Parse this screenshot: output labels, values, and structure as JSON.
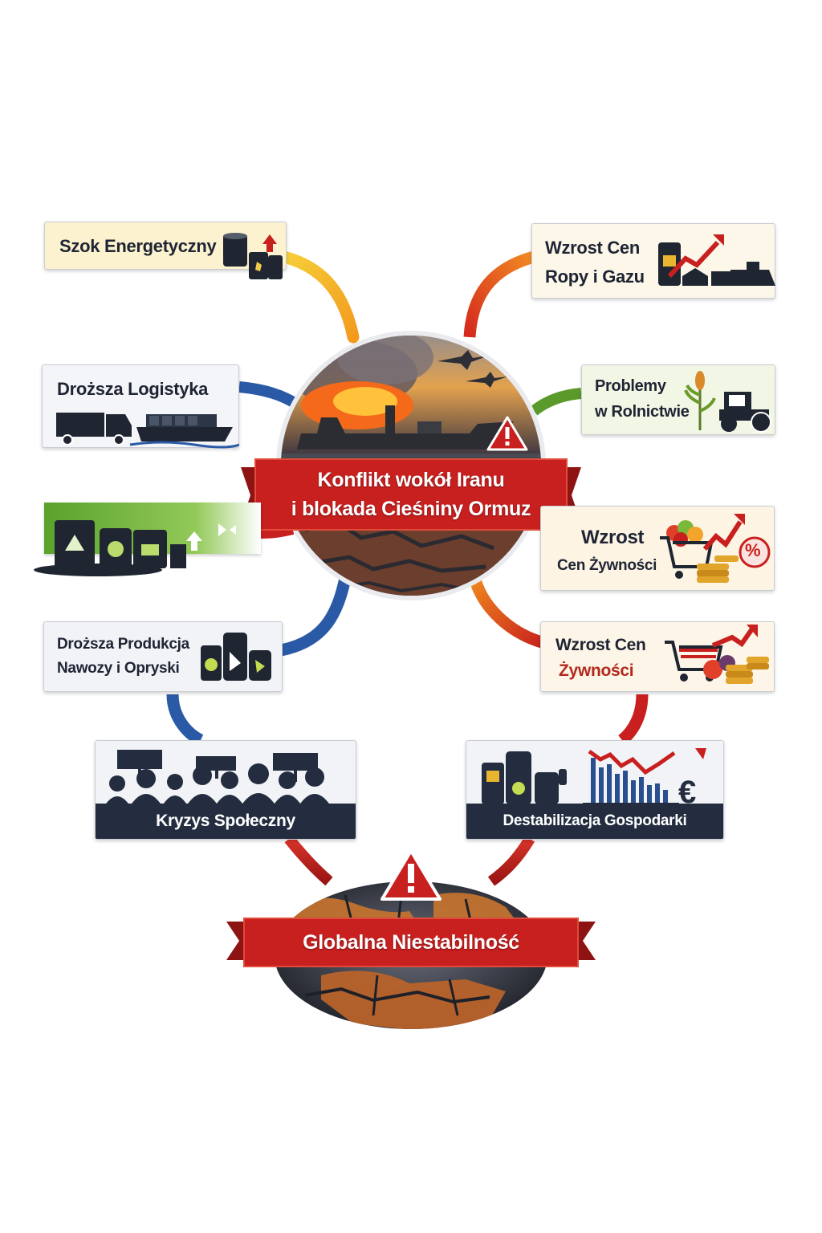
{
  "center": {
    "title_line1": "Konflikt wokół Iranu",
    "title_line2": "i blokada Cieśniny Ormuz",
    "icon": "warning-icon"
  },
  "left_nodes": {
    "energy_shock": {
      "label": "Szok Energetyczny",
      "icon": "oil-barrels-icon"
    },
    "logistics": {
      "label": "Droższa Logistyka",
      "icon": "truck-ship-icon"
    },
    "agrochemicals": {
      "label": "",
      "icon": "fertilizer-containers-icon"
    },
    "production": {
      "label_line1": "Droższa Produkcja",
      "label_line2": "Nawozy i Opryski",
      "icon": "chemical-bottles-icon"
    }
  },
  "right_nodes": {
    "oil_gas": {
      "label_line1": "Wzrost Cen",
      "label_line2": "Ropy i Gazu",
      "icon": "oil-rising-chart-icon"
    },
    "agriculture": {
      "label_line1": "Problemy",
      "label_line2": "w Rolnictwie",
      "icon": "tractor-crop-icon"
    },
    "food_prices_1": {
      "label_line1": "Wzrost",
      "label_line2": "Cen Żywności",
      "icon": "shopping-cart-percent-icon"
    },
    "food_prices_2": {
      "label_line1": "Wzrost Cen",
      "label_line2": "Żywności",
      "icon": "shopping-cart-coins-icon"
    }
  },
  "bottom_nodes": {
    "social_crisis": {
      "label": "Kryzys Społeczny",
      "icon": "protest-crowd-icon"
    },
    "economy": {
      "label": "Destabilizacja Gospodarki",
      "icon": "falling-chart-euro-icon"
    }
  },
  "outcome": {
    "label": "Globalna Niestabilność",
    "icon": "warning-icon"
  },
  "percent_symbol": "%",
  "euro_symbol": "€",
  "colors": {
    "accent_red": "#c8201f",
    "navy": "#232d3f",
    "connector_yellow": "#f2b21b",
    "connector_orange": "#e8561f",
    "connector_blue": "#2a5aa6",
    "connector_green": "#5a9a2a"
  }
}
